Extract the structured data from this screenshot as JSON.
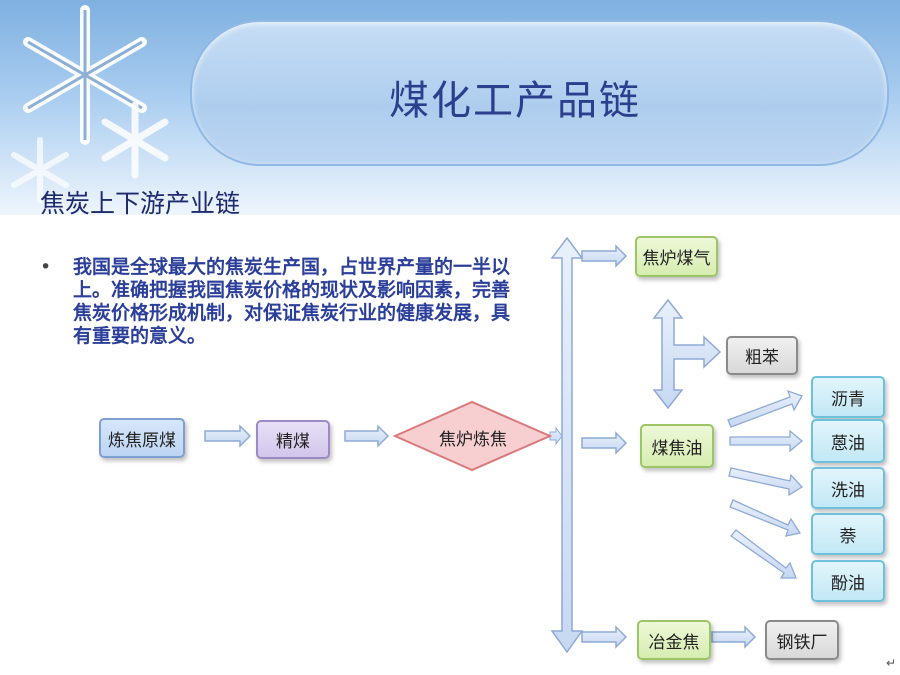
{
  "title": "煤化工产品链",
  "subtitle": "焦炭上下游产业链",
  "bullet": "我国是全球最大的焦炭生产国，占世界产量的一半以上。准确把握我国焦炭价格的现状及影响因素，完善焦炭价格形成机制，对保证焦炭行业的健康发展，具有重要的意义。",
  "nodes": {
    "coking_coal": "炼焦原煤",
    "clean_coal": "精煤",
    "coke_oven": "焦炉炼焦",
    "coke_gas": "焦炉煤气",
    "crude_benzene": "粗苯",
    "coal_tar": "煤焦油",
    "asphalt": "沥青",
    "anthracene_oil": "蒽油",
    "wash_oil": "洗油",
    "naphthalene": "萘",
    "phenol_oil": "酚油",
    "met_coke": "冶金焦",
    "steel_plant": "钢铁厂"
  },
  "colors": {
    "title": "#2b3f8f",
    "arrow_fill": "#d6e3f7",
    "arrow_stroke": "#8eaad6",
    "diamond_fill": "#f8cfd0",
    "diamond_stroke": "#d9797b"
  }
}
